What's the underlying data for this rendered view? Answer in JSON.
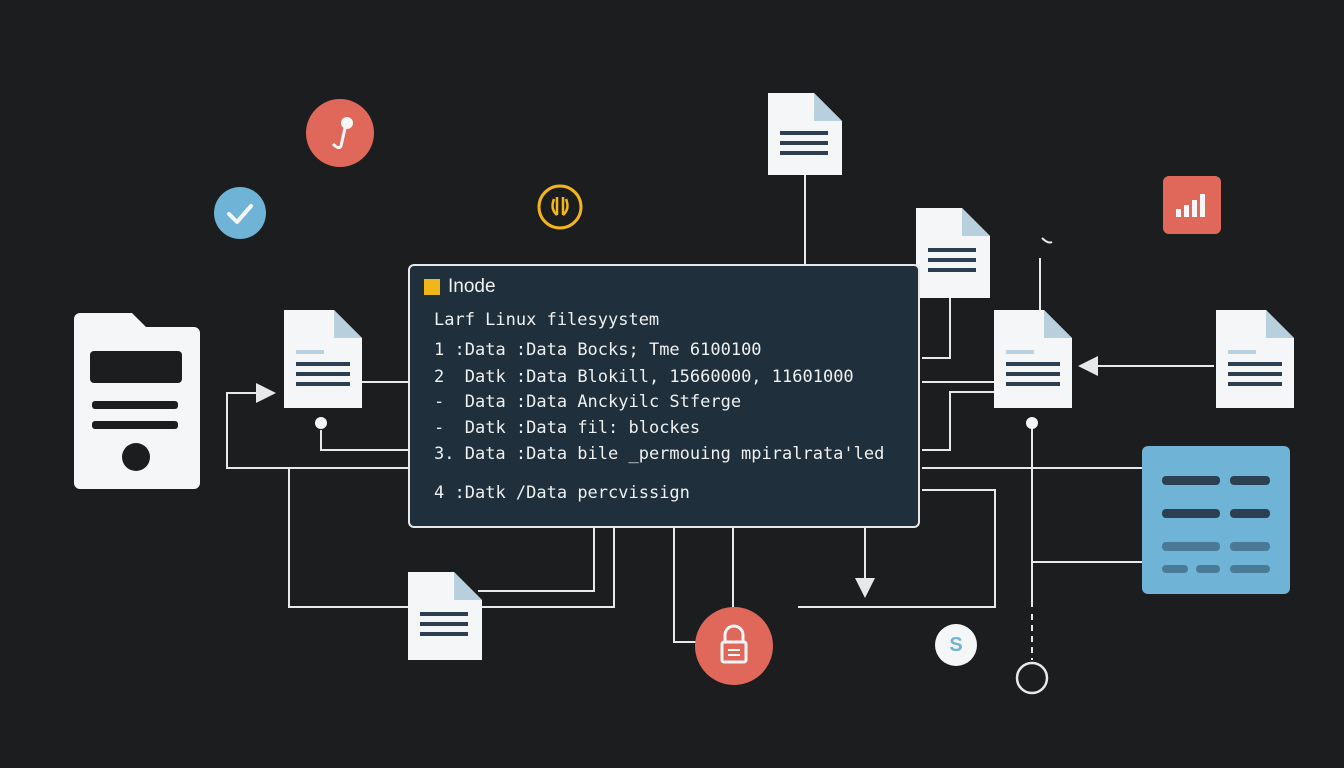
{
  "colors": {
    "background": "#1c1d1f",
    "panel": "#1f2f3b",
    "line": "#e6e8ea",
    "red": "#e0685a",
    "blue": "#6fb3d6",
    "yellow": "#f2b619",
    "doc": "#f5f6f7",
    "doc_line": "#2d4051",
    "doc_fold": "#b8cfdd"
  },
  "panel": {
    "title": "Inode",
    "lines": [
      {
        "num": "",
        "text": "Larf Linux filesyystem"
      },
      {
        "num": "1",
        "text": ":Data :Data Bocks; Tme 6100100"
      },
      {
        "num": "2",
        "text": " Datk :Data Blokill, 15660000, 11601000"
      },
      {
        "num": "-",
        "text": " Data :Data Anckyilc Stferge"
      },
      {
        "num": "-",
        "text": " Datk :Data fil: blockes"
      },
      {
        "num": "3.",
        "text": " Data :Data bile _permouing mpiralrata'led"
      },
      {
        "num": "4",
        "text": ":Datk /Data percvissign"
      }
    ]
  },
  "icons": {
    "check": "check-icon",
    "music": "music-note-icon",
    "coin": "coin-icon",
    "chart": "bar-chart-icon",
    "lock": "lock-icon",
    "dollar": "dollar-icon",
    "letter_s": "S"
  }
}
